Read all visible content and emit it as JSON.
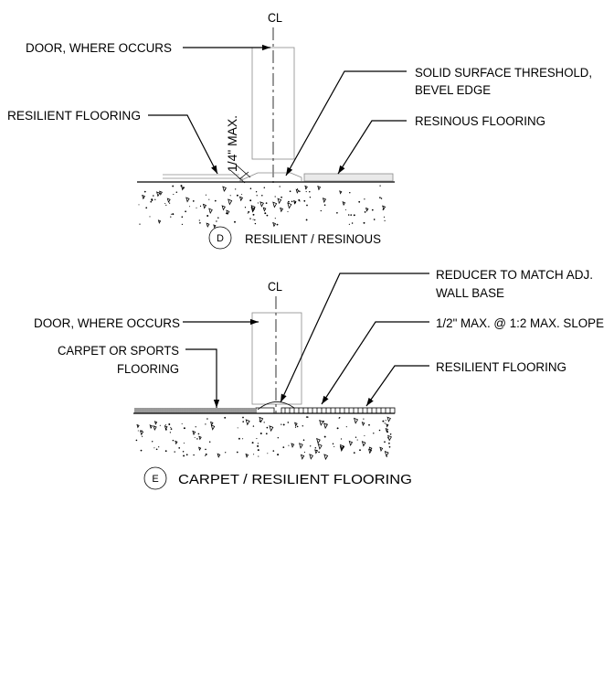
{
  "detail_d": {
    "centerline_symbol": "CL",
    "door_label": "DOOR, WHERE OCCURS",
    "threshold_label_line1": "SOLID SURFACE THRESHOLD,",
    "threshold_label_line2": "BEVEL EDGE",
    "left_floor_label": "RESILIENT FLOORING",
    "right_floor_label": "RESINOUS FLOORING",
    "dimension_label": "1/4\" MAX.",
    "tag": "D",
    "title": "RESILIENT / RESINOUS"
  },
  "detail_e": {
    "centerline_symbol": "CL",
    "reducer_label_line1": "REDUCER TO MATCH ADJ.",
    "reducer_label_line2": "WALL BASE",
    "door_label": "DOOR, WHERE OCCURS",
    "slope_label": "1/2\" MAX. @ 1:2 MAX. SLOPE",
    "left_floor_label_line1": "CARPET OR SPORTS",
    "left_floor_label_line2": "FLOORING",
    "right_floor_label": "RESILIENT FLOORING",
    "tag": "E",
    "title": "CARPET /  RESILIENT FLOORING"
  }
}
